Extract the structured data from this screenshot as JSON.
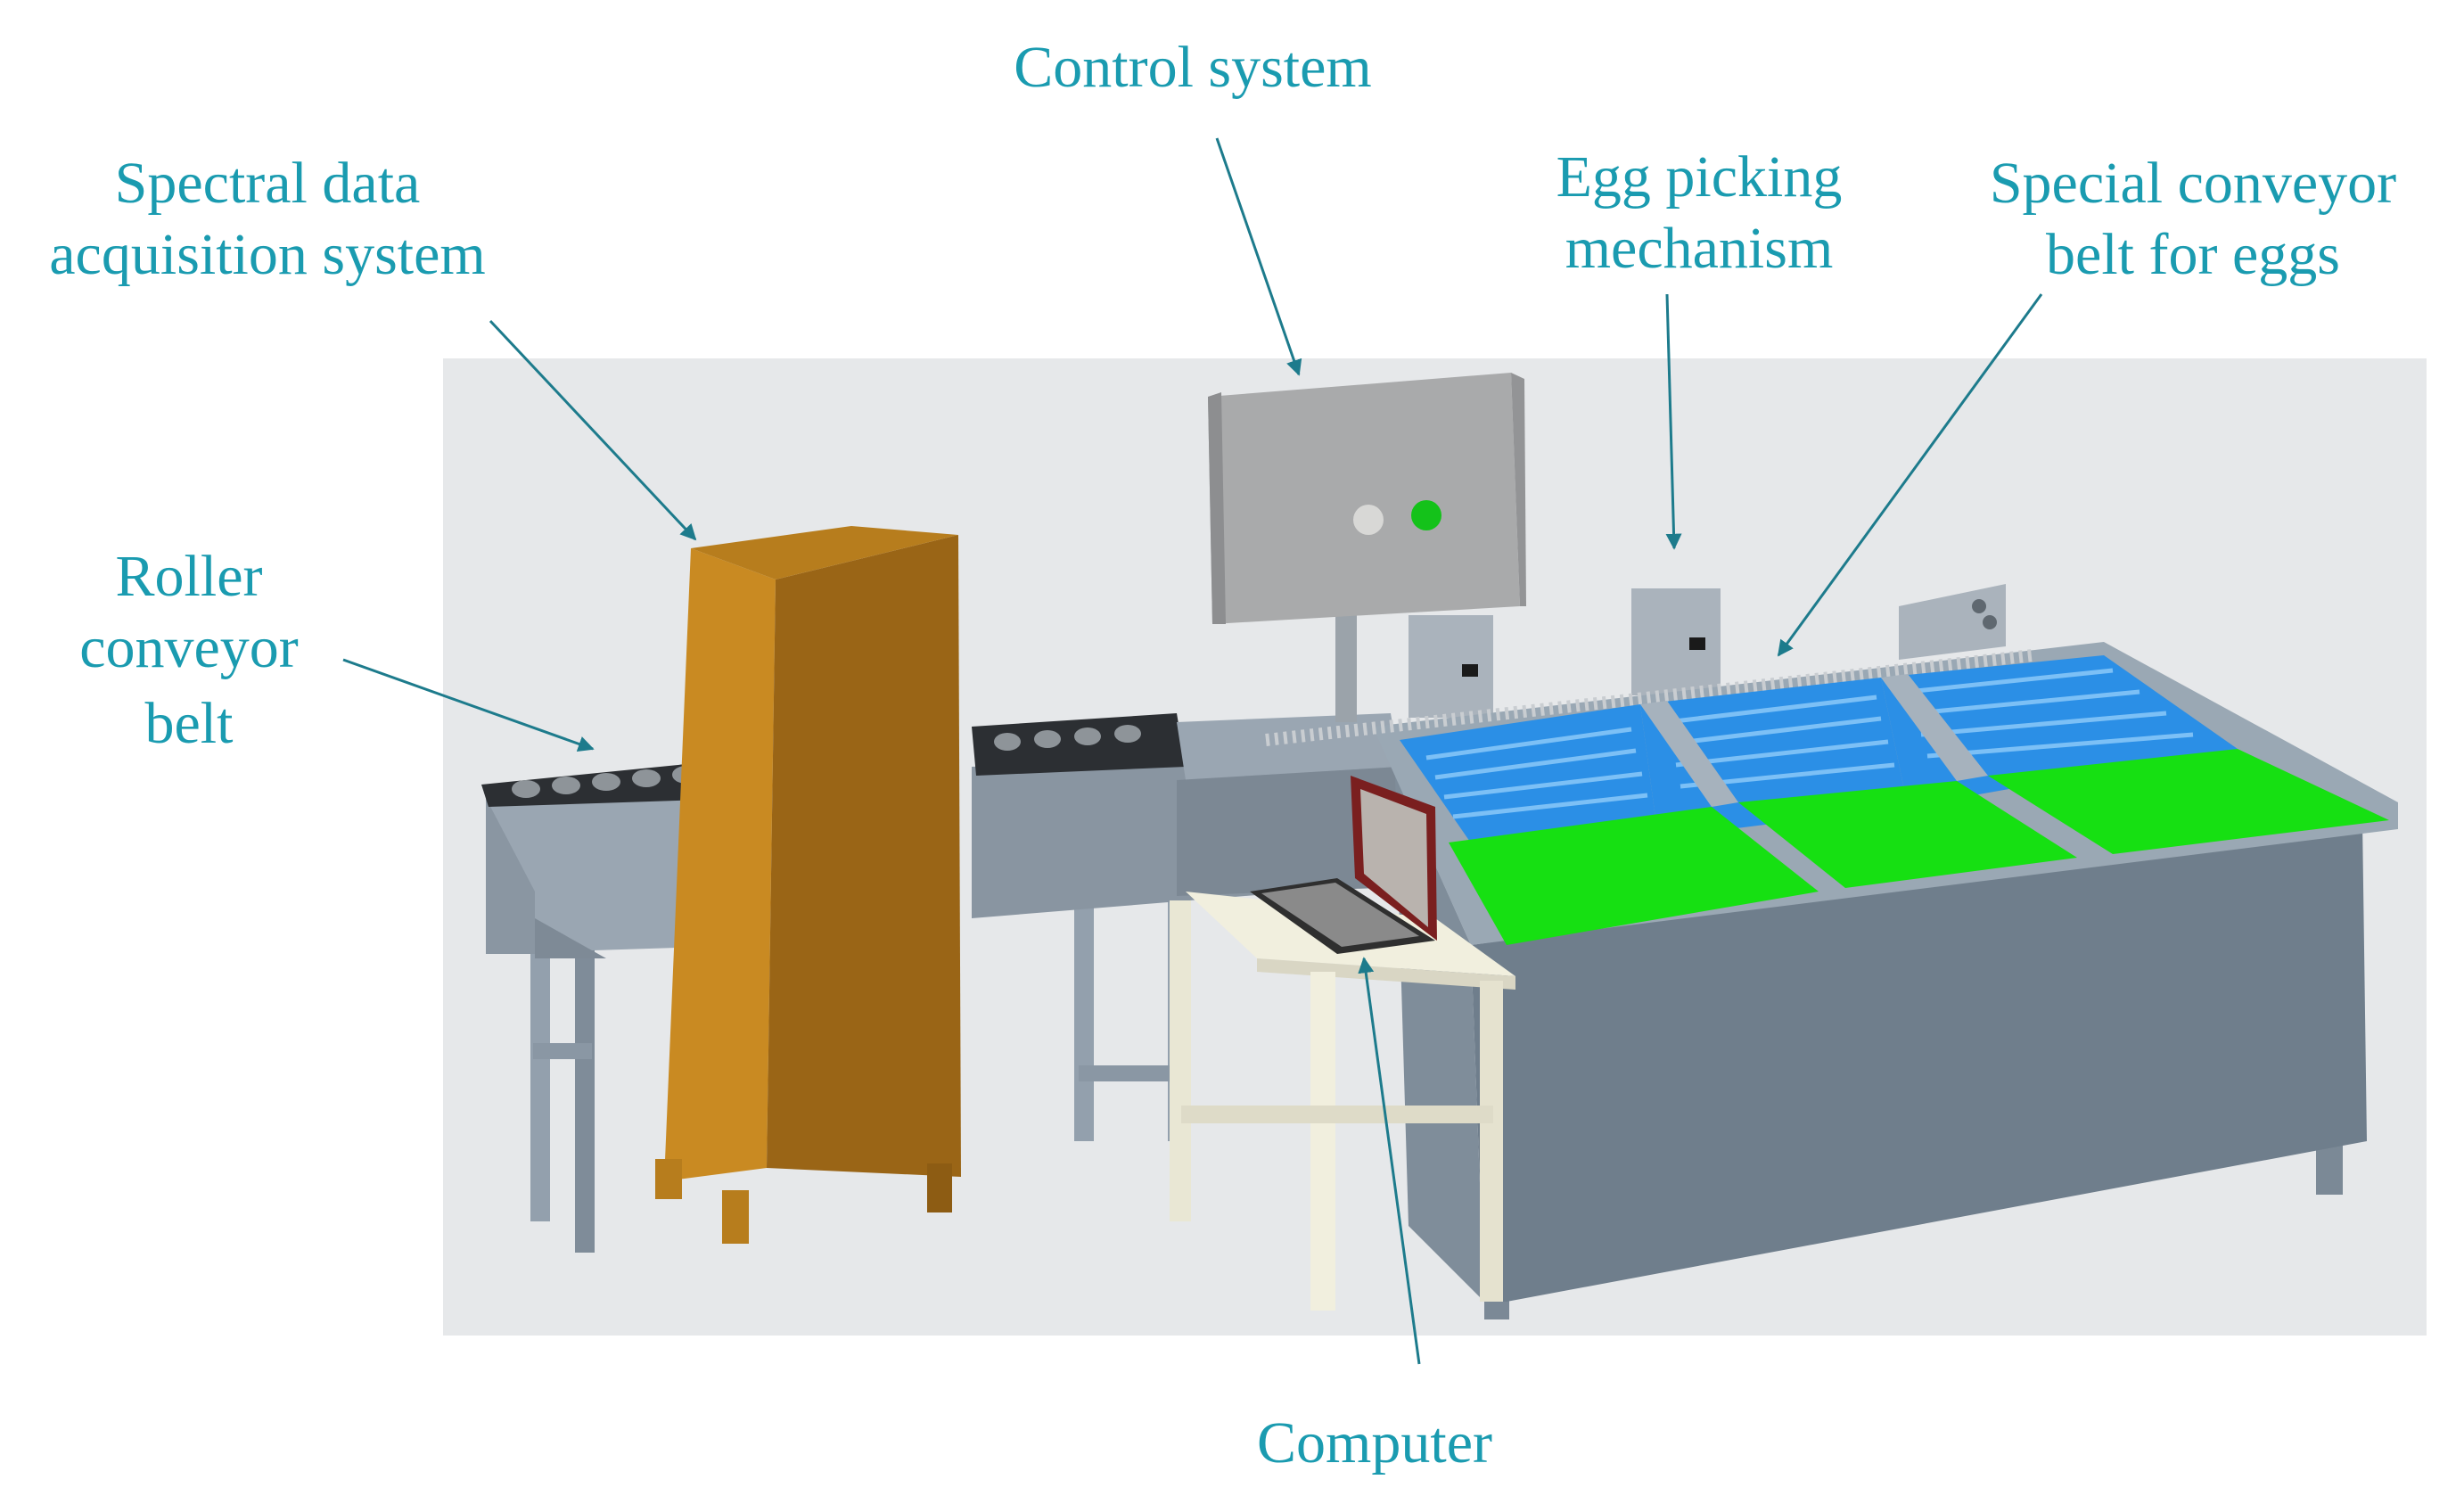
{
  "labels": {
    "control_system": "Control system",
    "spectral_line1": "Spectral data",
    "spectral_line2": "acquisition system",
    "egg_picking_line1": "Egg picking",
    "egg_picking_line2": "mechanism",
    "special_belt_line1": "Special conveyor",
    "special_belt_line2": "belt for eggs",
    "roller_line1": "Roller",
    "roller_line2": "conveyor",
    "roller_line3": "belt",
    "computer": "Computer"
  },
  "colors": {
    "label_text": "#1a9bb0",
    "arrow": "#1d7b8c",
    "backdrop": "#e6e8ea",
    "cabinet_front": "#9a6516",
    "cabinet_side": "#c98a22",
    "machine_body": "#6f7e8c",
    "roller_blue": "#2b8fe6",
    "tray_green": "#16e012",
    "desk": "#f1efde",
    "control_box": "#a9aaab"
  }
}
